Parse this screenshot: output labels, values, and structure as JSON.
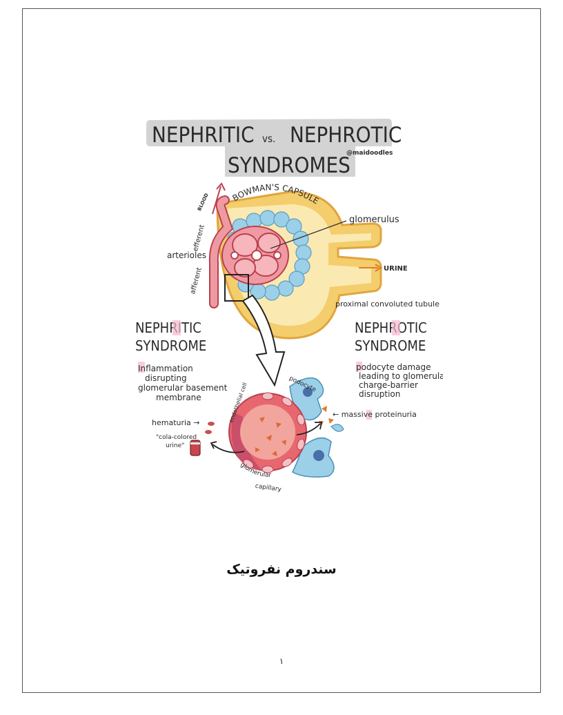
{
  "figure": {
    "title_line1_left": "NEPHRITIC",
    "title_vs": "vs.",
    "title_line1_right": "NEPHROTIC",
    "title_line2": "SYNDROMES",
    "credit": "@maidoodles",
    "label_bowmans": "BOWMAN'S CAPSULE",
    "label_glomerulus": "glomerulus",
    "label_blood": "BLOOD",
    "label_efferent": "efferent",
    "label_afferent": "afferent",
    "label_arterioles": "arterioles",
    "label_urine": "URINE",
    "label_pct": "proximal convoluted tubule",
    "nephritic_heading_1": "NEPHRITIC",
    "nephritic_heading_2": "SYNDROME",
    "nephritic_desc_1": "Inflammation",
    "nephritic_desc_2": "disrupting",
    "nephritic_desc_3": "glomerular basement",
    "nephritic_desc_4": "membrane",
    "nephrotic_heading_1": "NEPHROTIC",
    "nephrotic_heading_2": "SYNDROME",
    "nephrotic_desc_1": "podocyte damage",
    "nephrotic_desc_2": "leading to glomerular",
    "nephrotic_desc_3": "charge-barrier",
    "nephrotic_desc_4": "disruption",
    "label_podocyte": "podocyte",
    "label_endothelial": "endothelial cell",
    "label_capillary_1": "glomerular",
    "label_capillary_2": "capillary",
    "label_hematuria": "hematuria →",
    "label_cola_1": "\"cola-colored",
    "label_cola_2": "urine\"",
    "label_proteinuria": "← massive proteinuria"
  },
  "caption": "سندروم نفروتیک",
  "page_number": "١",
  "colors": {
    "title_bg": "#d3d3d3",
    "capsule_yellow": "#f7e3a0",
    "capsule_outline": "#e8b24a",
    "vessel_pink": "#ef9aa3",
    "vessel_outline": "#b9414f",
    "podocyte_blue": "#9ccfe8",
    "highlight_pink": "#f4b8d0",
    "urine_orange": "#e07b2e"
  }
}
